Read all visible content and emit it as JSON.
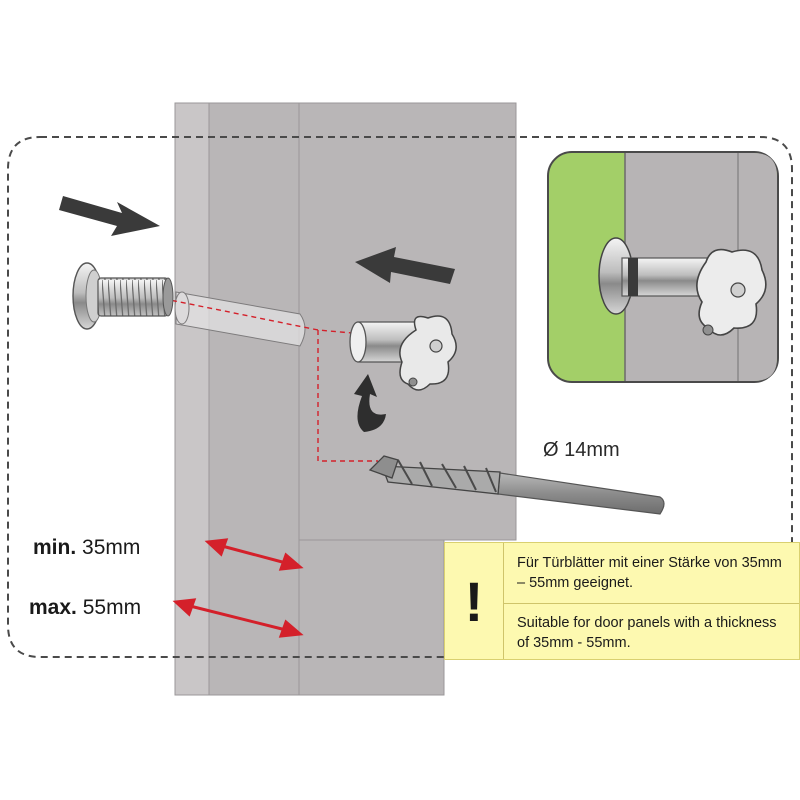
{
  "labels": {
    "min_prefix": "min.",
    "min_value": "35mm",
    "max_prefix": "max.",
    "max_value": "55mm",
    "drill_size": "Ø 14mm"
  },
  "note": {
    "mark": "!",
    "text_de": "Für Türblätter mit einer Stärke von 35mm – 55mm geeignet.",
    "text_en": "Suitable for door panels with a thickness of 35mm - 55mm."
  },
  "colors": {
    "door": "#b9b6b7",
    "door_edge": "#c9c6c7",
    "arrow_dark": "#3a3a3a",
    "measure_red": "#d4202a",
    "inset_green": "#9ccf5a",
    "note_bg": "#fdf9b0"
  }
}
